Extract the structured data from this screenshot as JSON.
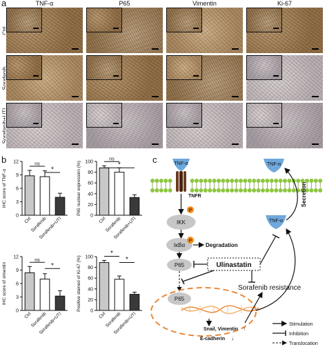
{
  "panel_a": {
    "letter": "a",
    "columns": [
      "TNF-α",
      "P65",
      "Vimentin",
      "Ki-67"
    ],
    "rows": [
      "Ctrl",
      "Sorafenib",
      "Sorafenib+UTI"
    ]
  },
  "panel_b": {
    "letter": "b",
    "colors": {
      "ctrl": "#c8c8c8",
      "sorafenib": "#ffffff",
      "sorafenib_uti": "#3a3a3a"
    }
  },
  "chart_data": [
    {
      "type": "bar",
      "categories": [
        "Ctrl",
        "Sorafenib",
        "Sorafenib+UTI"
      ],
      "values": [
        8.8,
        8.6,
        4.0
      ],
      "errors": [
        1.2,
        1.3,
        0.9
      ],
      "ylabel": "IHC score of TNF-α",
      "yticks": [
        0,
        3,
        6,
        9,
        12
      ],
      "ylim": [
        0,
        12
      ],
      "annotations": [
        {
          "text": "ns",
          "from": "Ctrl",
          "to": "Sorafenib"
        },
        {
          "text": "*",
          "from": "Sorafenib",
          "to": "Sorafenib+UTI"
        }
      ]
    },
    {
      "type": "bar",
      "categories": [
        "Ctrl",
        "Sorafenib",
        "Sorafenib+UTI"
      ],
      "values": [
        88,
        80,
        33
      ],
      "errors": [
        4,
        8,
        5
      ],
      "ylabel": "P65 nuclear expression (%)",
      "yticks": [
        0,
        20,
        40,
        60,
        80,
        100
      ],
      "ylim": [
        0,
        100
      ],
      "annotations": [
        {
          "text": "ns",
          "from": "Ctrl",
          "to": "Sorafenib"
        },
        {
          "text": "*",
          "from": "Ctrl",
          "to": "Sorafenib+UTI"
        }
      ]
    },
    {
      "type": "bar",
      "categories": [
        "Ctrl",
        "Sorafenib",
        "Sorafenib+UTI"
      ],
      "values": [
        8.4,
        7.0,
        3.2
      ],
      "errors": [
        1.4,
        1.2,
        1.2
      ],
      "ylabel": "IHC score of vimentin",
      "yticks": [
        0,
        3,
        6,
        9,
        12
      ],
      "ylim": [
        0,
        12
      ],
      "annotations": [
        {
          "text": "ns",
          "from": "Ctrl",
          "to": "Sorafenib"
        },
        {
          "text": "*",
          "from": "Sorafenib",
          "to": "Sorafenib+UTI"
        }
      ]
    },
    {
      "type": "bar",
      "categories": [
        "Ctrl",
        "Sorafenib",
        "Sorafenib+UTI"
      ],
      "values": [
        89,
        58,
        30
      ],
      "errors": [
        4,
        6,
        4
      ],
      "ylabel": "Positive stained of Ki-67 (%)",
      "yticks": [
        0,
        20,
        40,
        60,
        80,
        100
      ],
      "ylim": [
        0,
        100
      ],
      "annotations": [
        {
          "text": "*",
          "from": "Ctrl",
          "to": "Sorafenib"
        },
        {
          "text": "*",
          "from": "Sorafenib",
          "to": "Sorafenib+UTI"
        }
      ]
    }
  ],
  "panel_c": {
    "letter": "c",
    "tnf_top": "TNF-α",
    "tnf_secreted": "TNF-α",
    "tnf_right": "TNF-α",
    "tnfr": "TNFR",
    "p_badge": "P",
    "ikk": "IKK",
    "ikba": "IκBα",
    "degradation": "Degradation",
    "p65_cyto": "P65",
    "p65_nucleus": "P65",
    "ulinastatin": "Ulinastatin",
    "secretion": "Secretion",
    "sorafenib_resistance": "Sorafenib resistance",
    "snail_vimentin": "Snail, Vimentin",
    "ecadherin": "E-cadherin",
    "up_arrow": "↑",
    "down_arrow": "↓",
    "legend": [
      "Stimulation",
      "Inhibition",
      "Translocation"
    ],
    "colors": {
      "receptor": "#6fa8dc",
      "membrane": "#8dc63f",
      "tnfr_body": "#6b3a1e",
      "badge": "#f28c1b",
      "nucleus": "#e8893a"
    }
  }
}
